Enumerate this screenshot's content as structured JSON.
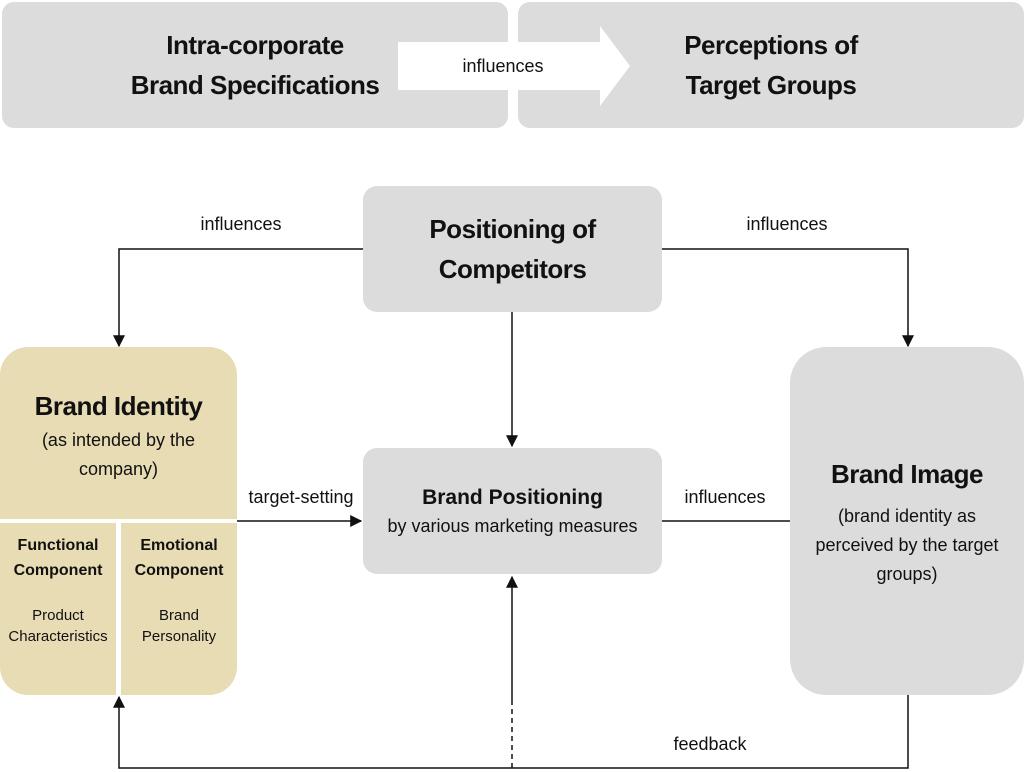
{
  "top_banner": {
    "left_box": {
      "line1": "Intra-corporate",
      "line2": "Brand Specifications"
    },
    "arrow_label": "influences",
    "right_box": {
      "line1": "Perceptions of",
      "line2": "Target Groups"
    }
  },
  "competitors": {
    "line1": "Positioning of",
    "line2": "Competitors"
  },
  "brand_identity": {
    "title": "Brand Identity",
    "subtitle_line1": "(as intended by the",
    "subtitle_line2": "company)",
    "functional": {
      "title_line1": "Functional",
      "title_line2": "Component",
      "desc_line1": "Product",
      "desc_line2": "Characteristics"
    },
    "emotional": {
      "title_line1": "Emotional",
      "title_line2": "Component",
      "desc_line1": "Brand",
      "desc_line2": "Personality"
    }
  },
  "brand_positioning": {
    "title": "Brand Positioning",
    "subtitle": "by various marketing measures"
  },
  "brand_image": {
    "title": "Brand Image",
    "subtitle_line1": "(brand identity as",
    "subtitle_line2": "perceived by the target",
    "subtitle_line3": "groups)"
  },
  "edge_labels": {
    "competitors_to_identity": "influences",
    "competitors_to_image": "influences",
    "identity_to_positioning": "target-setting",
    "image_to_positioning": "influences",
    "image_to_identity": "feedback"
  },
  "colors": {
    "gray_box": "#dcdcdc",
    "tan_box": "#e8dcb4",
    "line": "#111111"
  }
}
